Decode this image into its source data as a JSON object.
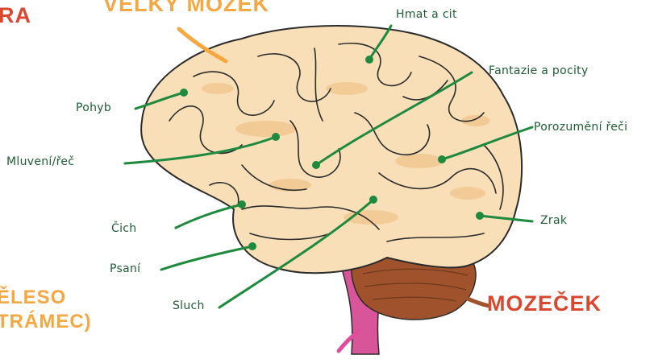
{
  "colors": {
    "label_text": "#1f5c38",
    "pointer_line": "#1e8a3e",
    "pointer_dot": "#1e8a3e",
    "cerebrum_fill": "#f8dfb7",
    "cerebrum_outline": "#2b2b2b",
    "cerebellum_fill": "#a0522d",
    "brainstem_fill": "#d9559a",
    "orange_title": "#f5a742",
    "red_title": "#d9472f",
    "magenta_arrow": "#e04c9c",
    "brown_arrow": "#a0522d"
  },
  "labels": {
    "hmat": "Hmat a cit",
    "fantazie": "Fantazie a pocity",
    "pohyb": "Pohyb",
    "porozumeni": "Porozumění řeči",
    "mluveni": "Mluvení/řeč",
    "zrak": "Zrak",
    "cich": "Čich",
    "psani": "Psaní",
    "sluch": "Sluch"
  },
  "titles": {
    "velky_mozek": "VELKÝ MOZEK",
    "mozecek": "MOZEČEK",
    "left_top_fragment": "RA",
    "left_bottom_line1": "ĚLESO",
    "left_bottom_line2": "TRÁMEC)"
  }
}
